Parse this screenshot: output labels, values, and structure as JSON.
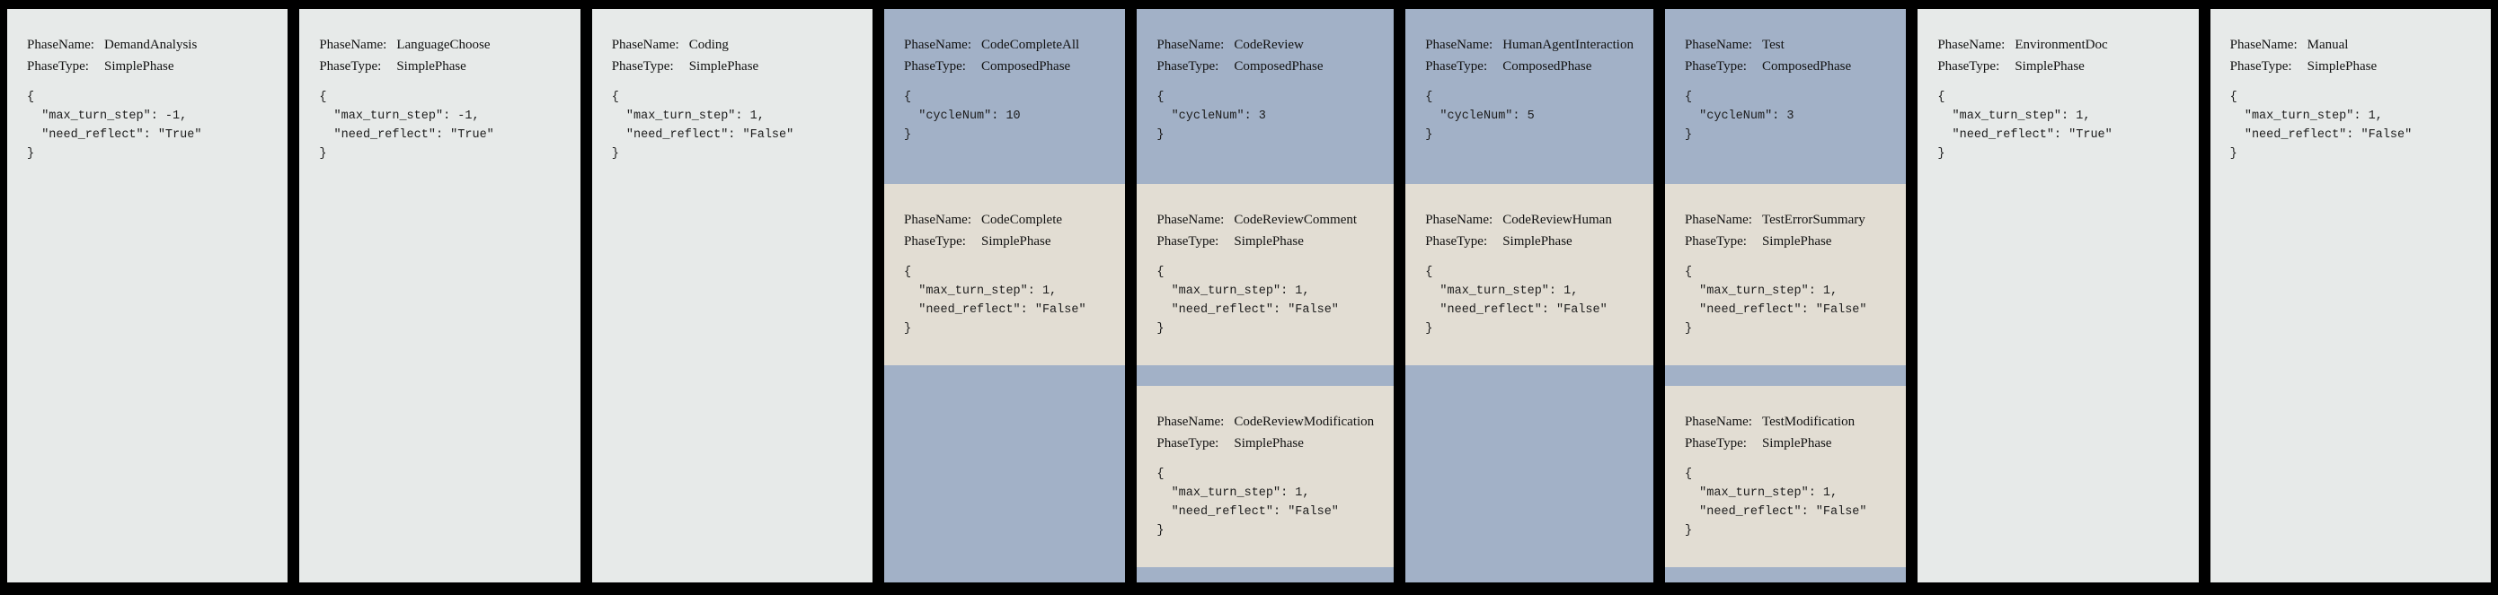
{
  "labels": {
    "phase_name": "PhaseName:",
    "phase_type": "PhaseType:"
  },
  "colors": {
    "page_background": "#000000",
    "simple_phase_card": "#e7eae9",
    "composed_phase_card": "#a2b1c7",
    "sub_phase_card": "#e2ddd3",
    "text": "#111111"
  },
  "phases": [
    {
      "name": "DemandAnalysis",
      "type": "SimplePhase",
      "code": "{\n  \"max_turn_step\": -1,\n  \"need_reflect\": \"True\"\n}"
    },
    {
      "name": "LanguageChoose",
      "type": "SimplePhase",
      "code": "{\n  \"max_turn_step\": -1,\n  \"need_reflect\": \"True\"\n}"
    },
    {
      "name": "Coding",
      "type": "SimplePhase",
      "code": "{\n  \"max_turn_step\": 1,\n  \"need_reflect\": \"False\"\n}"
    },
    {
      "name": "CodeCompleteAll",
      "type": "ComposedPhase",
      "code": "{\n  \"cycleNum\": 10\n}",
      "sub_phases": [
        {
          "name": "CodeComplete",
          "type": "SimplePhase",
          "code": "{\n  \"max_turn_step\": 1,\n  \"need_reflect\": \"False\"\n}"
        }
      ]
    },
    {
      "name": "CodeReview",
      "type": "ComposedPhase",
      "code": "{\n  \"cycleNum\": 3\n}",
      "sub_phases": [
        {
          "name": "CodeReviewComment",
          "type": "SimplePhase",
          "code": "{\n  \"max_turn_step\": 1,\n  \"need_reflect\": \"False\"\n}"
        },
        {
          "name": "CodeReviewModification",
          "type": "SimplePhase",
          "code": "{\n  \"max_turn_step\": 1,\n  \"need_reflect\": \"False\"\n}"
        }
      ]
    },
    {
      "name": "HumanAgentInteraction",
      "type": "ComposedPhase",
      "code": "{\n  \"cycleNum\": 5\n}",
      "sub_phases": [
        {
          "name": "CodeReviewHuman",
          "type": "SimplePhase",
          "code": "{\n  \"max_turn_step\": 1,\n  \"need_reflect\": \"False\"\n}"
        }
      ]
    },
    {
      "name": "Test",
      "type": "ComposedPhase",
      "code": "{\n  \"cycleNum\": 3\n}",
      "sub_phases": [
        {
          "name": "TestErrorSummary",
          "type": "SimplePhase",
          "code": "{\n  \"max_turn_step\": 1,\n  \"need_reflect\": \"False\"\n}"
        },
        {
          "name": "TestModification",
          "type": "SimplePhase",
          "code": "{\n  \"max_turn_step\": 1,\n  \"need_reflect\": \"False\"\n}"
        }
      ]
    },
    {
      "name": "EnvironmentDoc",
      "type": "SimplePhase",
      "code": "{\n  \"max_turn_step\": 1,\n  \"need_reflect\": \"True\"\n}"
    },
    {
      "name": "Manual",
      "type": "SimplePhase",
      "code": "{\n  \"max_turn_step\": 1,\n  \"need_reflect\": \"False\"\n}"
    }
  ]
}
